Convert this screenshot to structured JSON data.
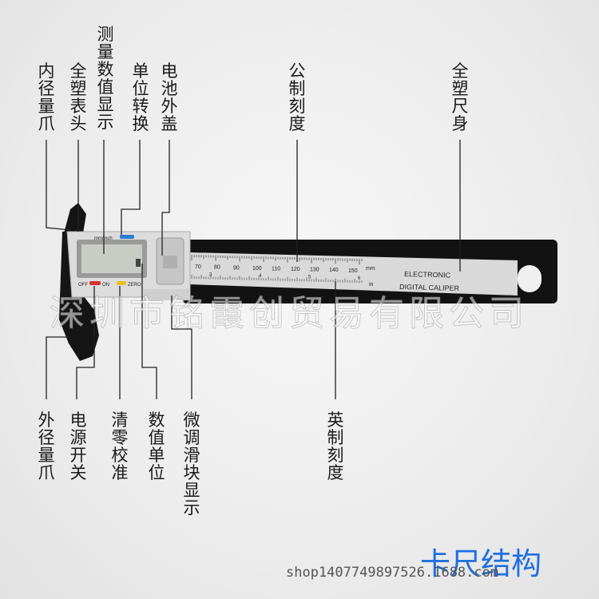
{
  "labels": {
    "inner_jaw": "内径量爪",
    "plastic_head": "全塑表头",
    "display": "测量数值显示",
    "unit_switch": "单位转换",
    "battery_cover": "电池外盖",
    "metric_scale": "公制刻度",
    "ruler_body": "全塑尺身",
    "outer_jaw": "外径量爪",
    "power_switch": "电源开关",
    "zero": "清零校准",
    "unit_display": "数值单位",
    "fine_slider": "微调滑块显示",
    "inch_scale": "英制刻度"
  },
  "caliper": {
    "brand_line1": "ELECTRONIC",
    "brand_line2": "DIGITAL CALIPER",
    "mm_unit": "mm",
    "in_unit": "in",
    "button_unit": "mm/inch",
    "button_off": "OFF",
    "button_on": "ON",
    "button_zero": "ZERO",
    "metric_ticks": [
      "70",
      "80",
      "90",
      "100",
      "110",
      "120",
      "130",
      "140",
      "150"
    ],
    "inch_ticks": [
      "3",
      "4",
      "5",
      "6"
    ]
  },
  "watermark": "深圳市铭霞创贸易有限公司",
  "title": "卡尺结构",
  "footer": "shop1407749897526.1688.com",
  "colors": {
    "title": "#1f6fe0",
    "unit_button": "#2a7bd6",
    "off_button": "#d93030",
    "zero_button": "#e8c020"
  }
}
